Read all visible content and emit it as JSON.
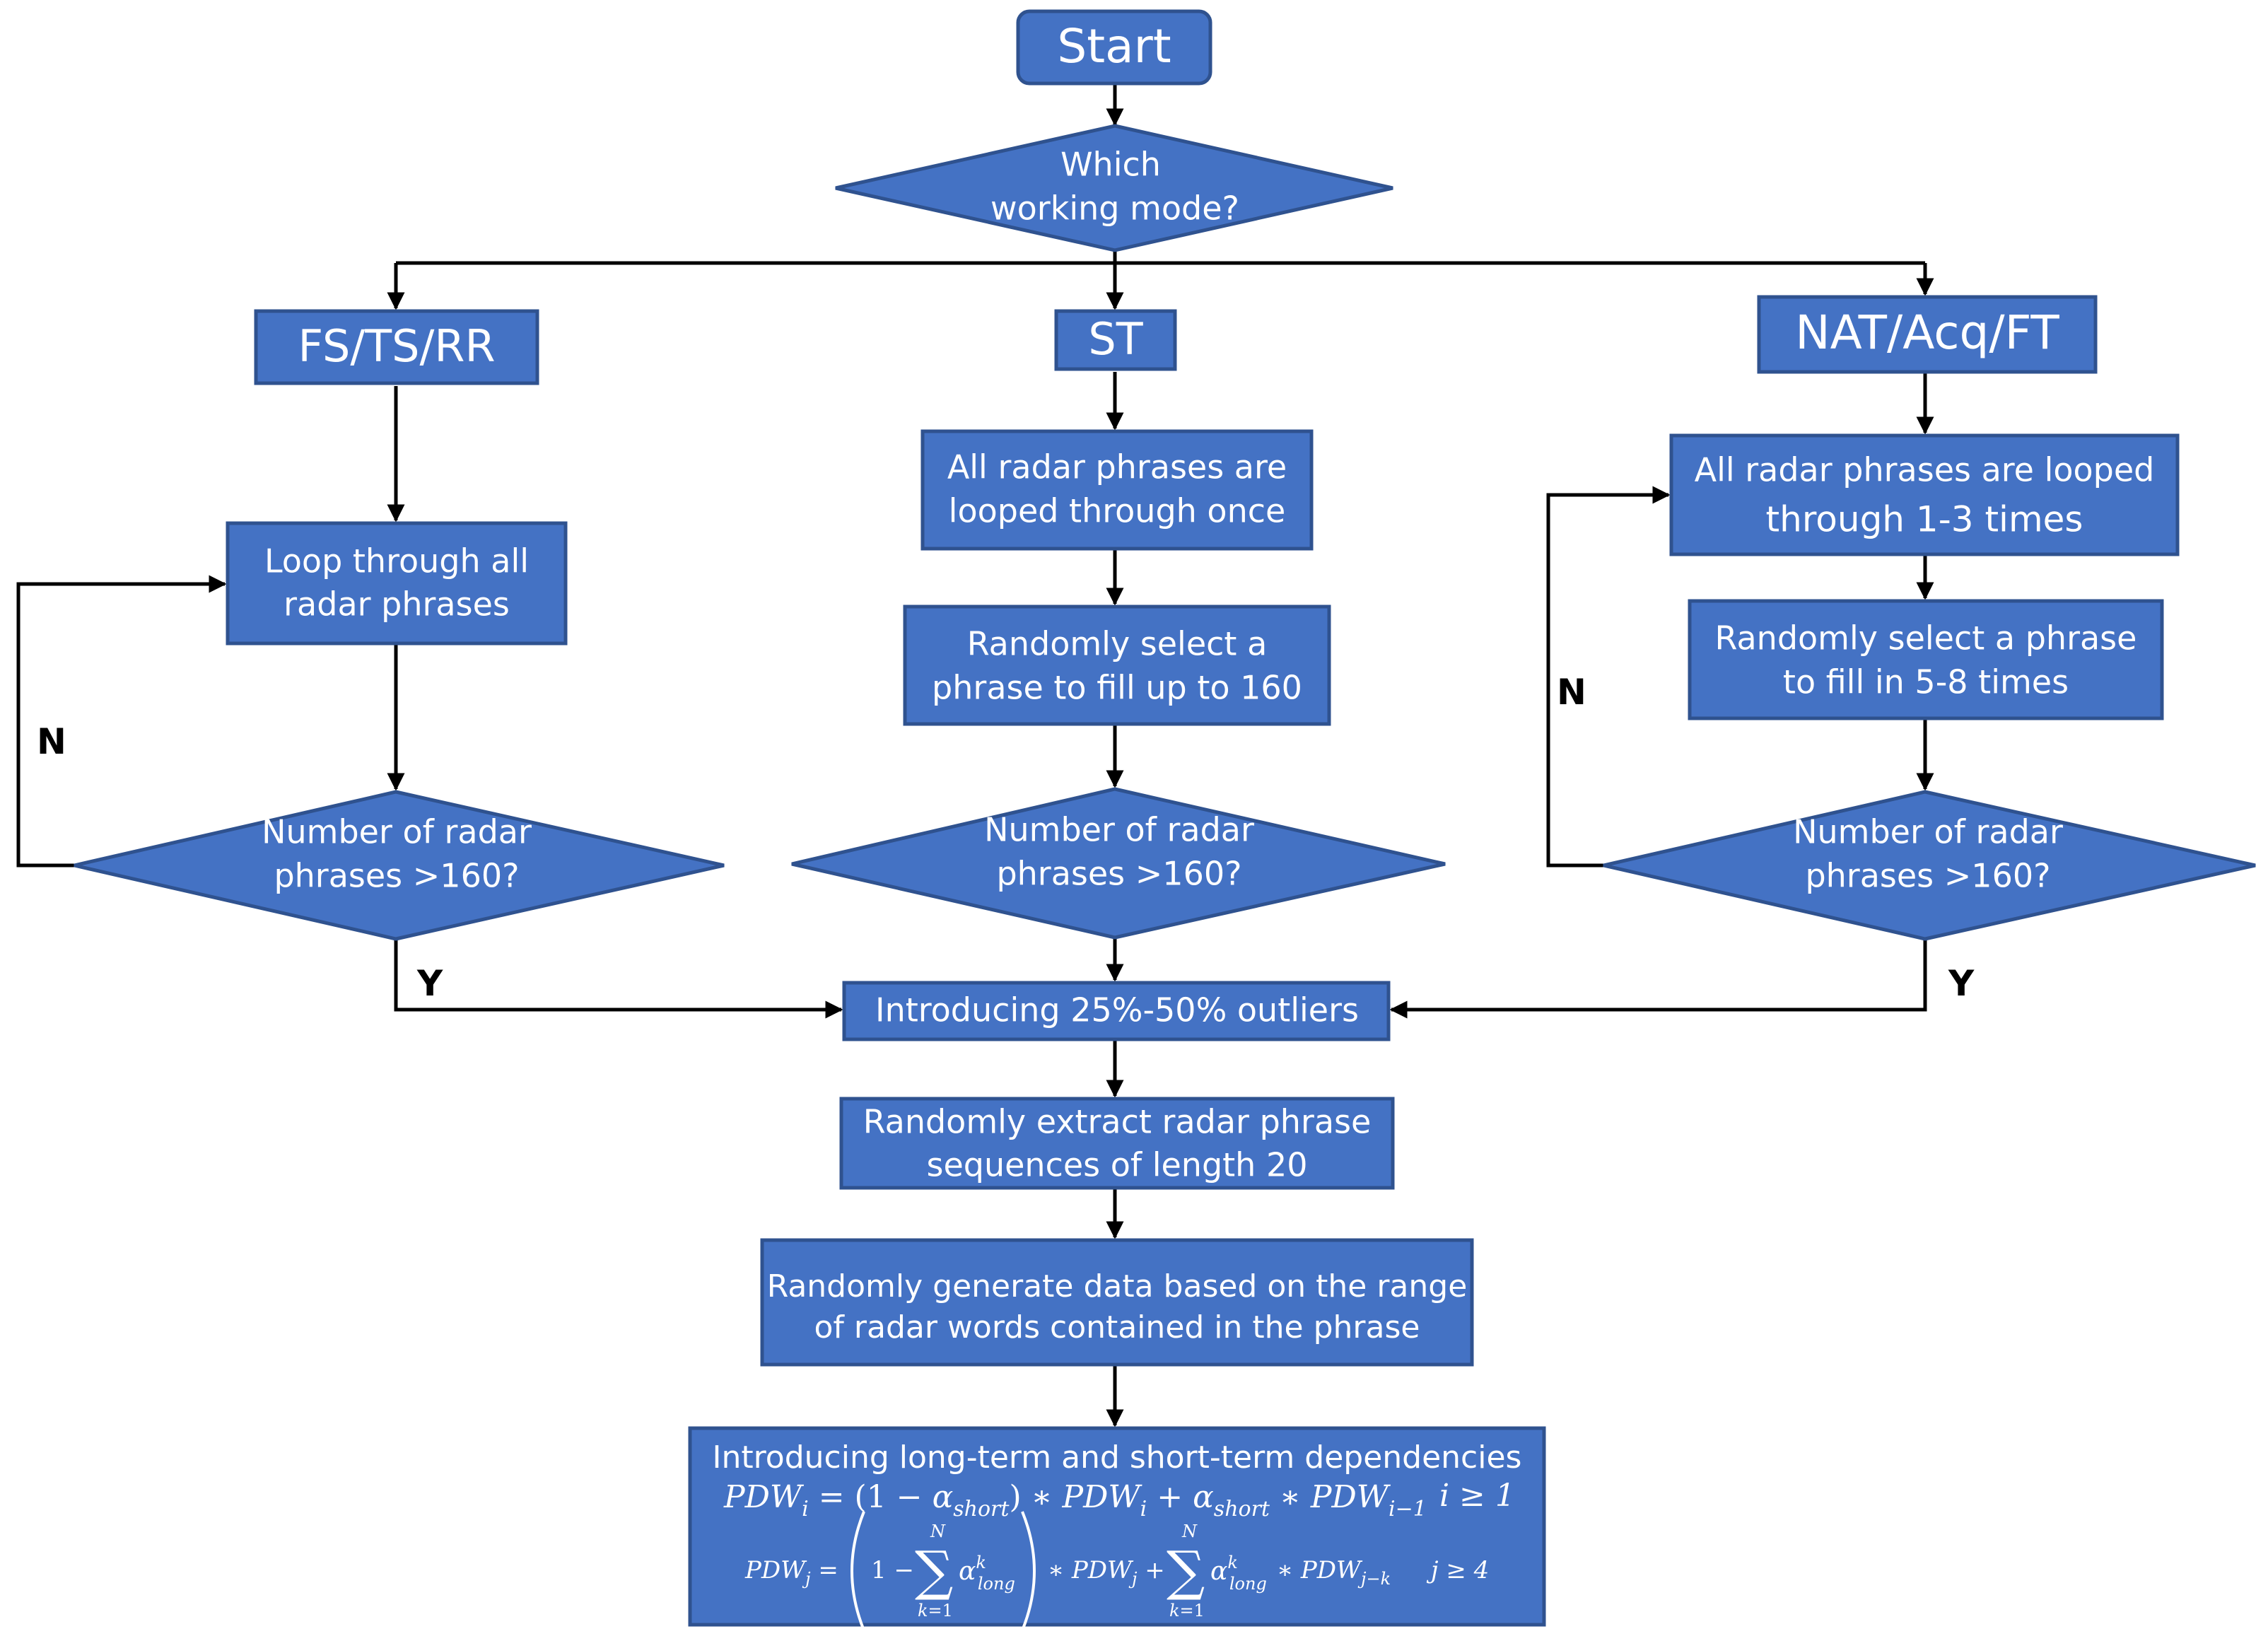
{
  "colors": {
    "node_fill": "#4472C4",
    "node_border": "#2F528F",
    "text": "#ffffff",
    "arrow": "#000000"
  },
  "nodes": {
    "start": "Start",
    "mode_q": [
      "Which",
      "working mode?"
    ],
    "mode_fs": "FS/TS/RR",
    "mode_st": "ST",
    "mode_nat": "NAT/Acq/FT",
    "fs_loop": [
      "Loop through all",
      "radar phrases"
    ],
    "fs_check": [
      "Number of radar",
      "phrases >160?"
    ],
    "st_loop": [
      "All radar phrases are",
      "looped through once"
    ],
    "st_fill": [
      "Randomly select a",
      "phrase to fill up to 160"
    ],
    "st_check": [
      "Number of radar",
      "phrases >160?"
    ],
    "nat_loop": [
      "All radar phrases are looped",
      "through 1-3 times"
    ],
    "nat_fill": [
      "Randomly select a phrase",
      "to fill in 5-8 times"
    ],
    "nat_check": [
      "Number of radar",
      "phrases >160?"
    ],
    "outliers": "Introducing 25%-50% outliers",
    "extract": [
      "Randomly extract radar phrase",
      "sequences of length 20"
    ],
    "generate": [
      "Randomly generate data based on the range",
      "of radar words contained in the phrase"
    ],
    "dependencies": {
      "title": "Introducing long-term and short-term dependencies",
      "eq1_lhs": "PDW",
      "eq1_condition": "i ≥ 1",
      "eq2_condition": "j ≥ 4"
    }
  },
  "edge_labels": {
    "fs_no": "N",
    "fs_yes": "Y",
    "nat_no": "N",
    "nat_yes": "Y"
  }
}
